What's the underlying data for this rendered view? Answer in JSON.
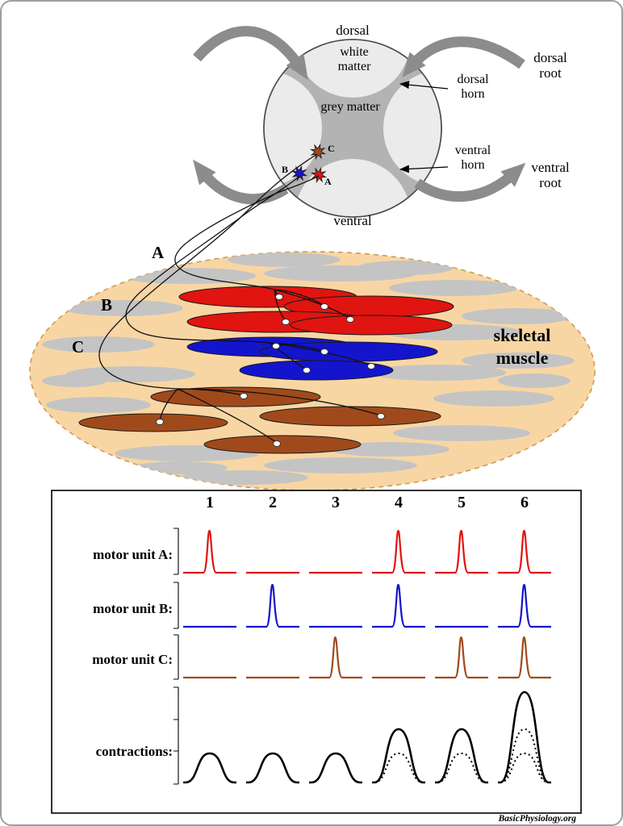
{
  "page": {
    "footer": "BasicPhysiology.org"
  },
  "colors": {
    "unit_a": "#e01410",
    "unit_b": "#1414cc",
    "unit_c": "#a04a1c",
    "arrow_grey": "#8c8c8c",
    "white_matter": "#ebebeb",
    "grey_matter": "#b3b3b3",
    "muscle_fill": "#f8d6a4",
    "muscle_outline": "#cf9a55",
    "fiber_grey": "#c4c4c4",
    "trace_black": "#000000"
  },
  "spinal_cord": {
    "label_dorsal": "dorsal",
    "label_white_matter": "white matter",
    "label_grey_matter": "grey matter",
    "label_dorsal_horn": "dorsal horn",
    "label_dorsal_root": "dorsal root",
    "label_ventral_horn": "ventral horn",
    "label_ventral_root": "ventral root",
    "label_ventral": "ventral",
    "neurons": [
      {
        "id": "C",
        "label": "C",
        "color_key": "unit_c"
      },
      {
        "id": "B",
        "label": "B",
        "color_key": "unit_b"
      },
      {
        "id": "A",
        "label": "A",
        "color_key": "unit_a"
      }
    ]
  },
  "muscle": {
    "label": "skeletal muscle",
    "axon_labels": {
      "a": "A",
      "b": "B",
      "c": "C"
    }
  },
  "traces": {
    "columns": [
      "1",
      "2",
      "3",
      "4",
      "5",
      "6"
    ],
    "rows": [
      {
        "label": "motor unit A:",
        "color_key": "unit_a",
        "spikes": [
          1,
          0,
          0,
          1,
          1,
          1
        ]
      },
      {
        "label": "motor unit B:",
        "color_key": "unit_b",
        "spikes": [
          0,
          1,
          0,
          1,
          0,
          1
        ]
      },
      {
        "label": "motor unit C:",
        "color_key": "unit_c",
        "spikes": [
          0,
          0,
          1,
          0,
          1,
          1
        ]
      }
    ],
    "contractions": {
      "label": "contractions:",
      "solid_units": [
        1,
        1,
        1,
        2,
        2,
        3
      ],
      "dotted_units": [
        [],
        [],
        [],
        [
          1
        ],
        [
          1
        ],
        [
          2,
          1
        ]
      ]
    }
  }
}
